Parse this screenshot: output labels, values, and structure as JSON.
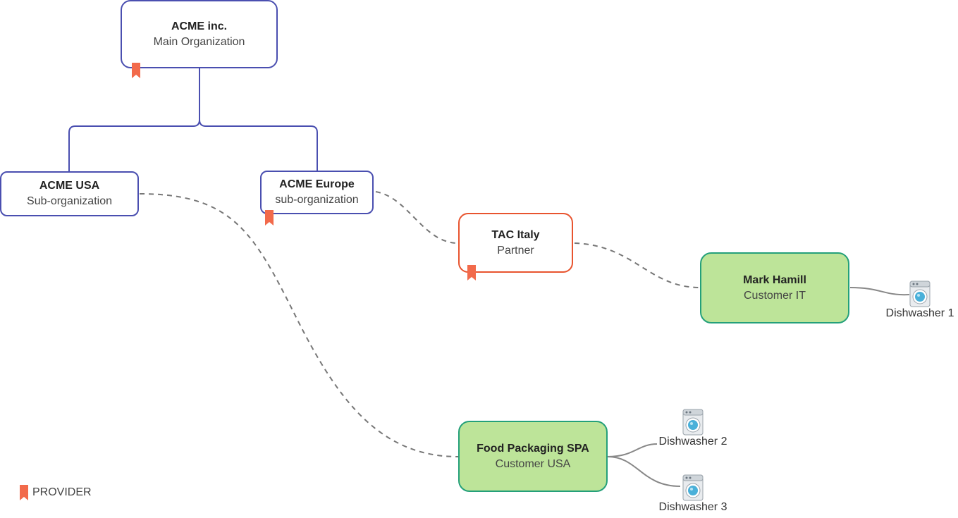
{
  "nodes": {
    "acme_inc": {
      "title": "ACME inc.",
      "subtitle": "Main Organization"
    },
    "acme_usa": {
      "title": "ACME USA",
      "subtitle": "Sub-organization"
    },
    "acme_europe": {
      "title": "ACME Europe",
      "subtitle": "sub-organization"
    },
    "tac_italy": {
      "title": "TAC Italy",
      "subtitle": "Partner"
    },
    "mark_hamill": {
      "title": "Mark Hamill",
      "subtitle": "Customer IT"
    },
    "food_packaging": {
      "title": "Food Packaging SPA",
      "subtitle": "Customer USA"
    }
  },
  "devices": [
    {
      "label": "Dishwasher 1",
      "icon": "dishwasher-icon"
    },
    {
      "label": "Dishwasher 2",
      "icon": "dishwasher-icon"
    },
    {
      "label": "Dishwasher 3",
      "icon": "dishwasher-icon"
    }
  ],
  "legend": {
    "provider_label": "PROVIDER",
    "icon": "bookmark-icon"
  },
  "colors": {
    "organization_border": "#4a4fb0",
    "partner_border": "#e8542f",
    "customer_border": "#24a07a",
    "customer_fill": "#bde499",
    "provider_marker": "#f26a4b",
    "dashed_link": "#777777",
    "device_link": "#888888"
  }
}
